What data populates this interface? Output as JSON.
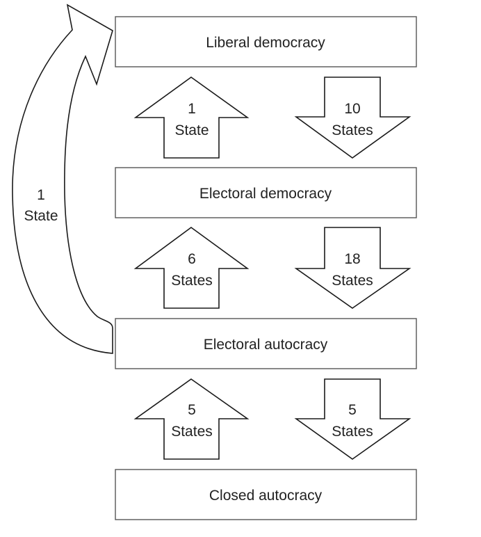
{
  "diagram": {
    "states": [
      {
        "id": "liberal",
        "label": "Liberal democracy"
      },
      {
        "id": "electoral_dem",
        "label": "Electoral democracy"
      },
      {
        "id": "electoral_aut",
        "label": "Electoral autocracy"
      },
      {
        "id": "closed",
        "label": "Closed autocracy"
      }
    ],
    "transitions": [
      {
        "from": "electoral_dem",
        "to": "liberal",
        "direction": "up",
        "count": "1",
        "unit": "State"
      },
      {
        "from": "liberal",
        "to": "electoral_dem",
        "direction": "down",
        "count": "10",
        "unit": "States"
      },
      {
        "from": "electoral_aut",
        "to": "electoral_dem",
        "direction": "up",
        "count": "6",
        "unit": "States"
      },
      {
        "from": "electoral_dem",
        "to": "electoral_aut",
        "direction": "down",
        "count": "18",
        "unit": "States"
      },
      {
        "from": "closed",
        "to": "electoral_aut",
        "direction": "up",
        "count": "5",
        "unit": "States"
      },
      {
        "from": "electoral_aut",
        "to": "closed",
        "direction": "down",
        "count": "5",
        "unit": "States"
      }
    ],
    "skip_transition": {
      "from": "electoral_aut",
      "to": "liberal",
      "count": "1",
      "unit": "State"
    }
  }
}
